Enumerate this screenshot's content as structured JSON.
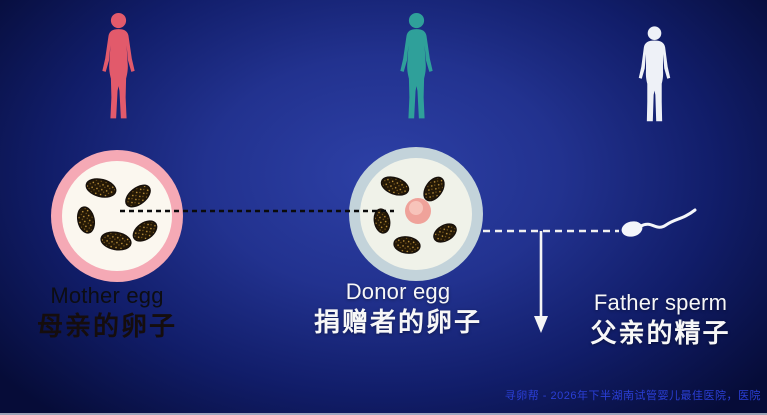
{
  "title": "Egg donation IVF diagram",
  "background": {
    "center": "#2d40a6",
    "edge": "#060c38"
  },
  "figures": {
    "mother": {
      "label_en": "Mother egg",
      "label_zh": "母亲的卵子",
      "color": "#e25a6b"
    },
    "donor": {
      "label_en": "Donor egg",
      "label_zh": "捐赠者的卵子",
      "color": "#2fa09a"
    },
    "father": {
      "label_en": "Father sperm",
      "label_zh": "父亲的精子",
      "color": "#eef1f7"
    }
  },
  "eggs": {
    "mother": {
      "ring": "#f5a9b5",
      "cytoplasm": "#fbf7ef"
    },
    "donor": {
      "ring": "#c3d3da",
      "cytoplasm": "#f0f2e9",
      "nucleus": "#efa29a",
      "nucleus_highlight": "#f7c3ba"
    }
  },
  "sperm": {
    "color": "#f4f6fa"
  },
  "connectors": {
    "egg_transfer_dash": "#0b0b0b",
    "sperm_dash": "#f0f0f0",
    "arrow": "#f5f5f5"
  },
  "watermark": {
    "text": "寻卵帮 - 2026年下半湖南试管婴儿最佳医院，医院",
    "color": "#2b3fd6"
  }
}
